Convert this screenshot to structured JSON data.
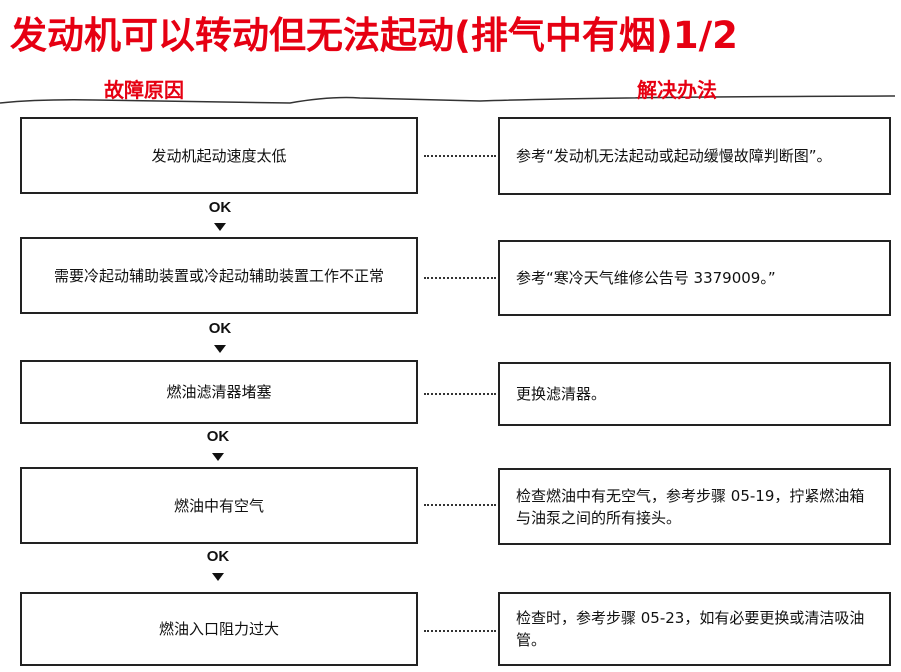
{
  "title": "发动机可以转动但无法起动(排气中有烟)1/2",
  "headers": {
    "causes": "故障原因",
    "solutions": "解决办法"
  },
  "ok_label": "OK",
  "steps": [
    {
      "cause": "发动机起动速度太低",
      "solution": "参考“发动机无法起动或起动缓慢故障判断图”。"
    },
    {
      "cause": "需要冷起动辅助装置或冷起动辅助装置工作不正常",
      "solution": "参考“寒冷天气维修公告号 3379009。”"
    },
    {
      "cause": "燃油滤清器堵塞",
      "solution": "更换滤清器。"
    },
    {
      "cause": "燃油中有空气",
      "solution": "检查燃油中有无空气，参考步骤 05-19，拧紧燃油箱与油泵之间的所有接头。"
    },
    {
      "cause": "燃油入口阻力过大",
      "solution": "检查时，参考步骤 05-23，如有必要更换或清洁吸油管。"
    }
  ],
  "colors": {
    "title": "#e60012",
    "border": "#222222"
  }
}
